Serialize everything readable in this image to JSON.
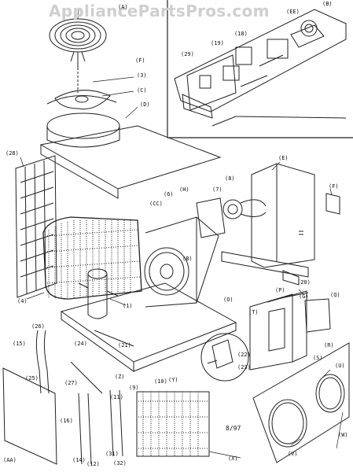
{
  "watermark": "AppliancePartsPros.com",
  "date_code": "8/97",
  "labels": {
    "A": "(A)",
    "B_top": "(B)",
    "EE": "(EE)",
    "c29": "(29)",
    "c19": "(19)",
    "c18": "(18)",
    "F_top": "(F)",
    "c3": "(3)",
    "C": "(C)",
    "D": "(D)",
    "c28": "(28)",
    "E": "(E)",
    "F": "(F)",
    "c6": "(6)",
    "H": "(H)",
    "CC": "(CC)",
    "c7": "(7)",
    "c8": "(8)",
    "B": "(B)",
    "c4": "(4)",
    "c1": "(1)",
    "O": "(O)",
    "c20": "(20)",
    "G": "(G)",
    "P": "(P)",
    "Q": "(Q)",
    "T": "(T)",
    "R": "(R)",
    "S": "(S)",
    "c21": "(21)",
    "c24": "(24)",
    "c26": "(26)",
    "c15": "(15)",
    "c25": "(25)",
    "c27": "(27)",
    "c22": "(22)",
    "c23": "(23)",
    "Z": "(Z)",
    "Y": "(Y)",
    "c9": "(9)",
    "c11": "(11)",
    "c10": "(10)",
    "U": "(U)",
    "W": "(W)",
    "V": "(V)",
    "c16": "(16)",
    "c14": "(14)",
    "c12": "(12)",
    "c31": "(31)",
    "c32": "(32)",
    "AA": "(AA)",
    "X": "(X)"
  }
}
